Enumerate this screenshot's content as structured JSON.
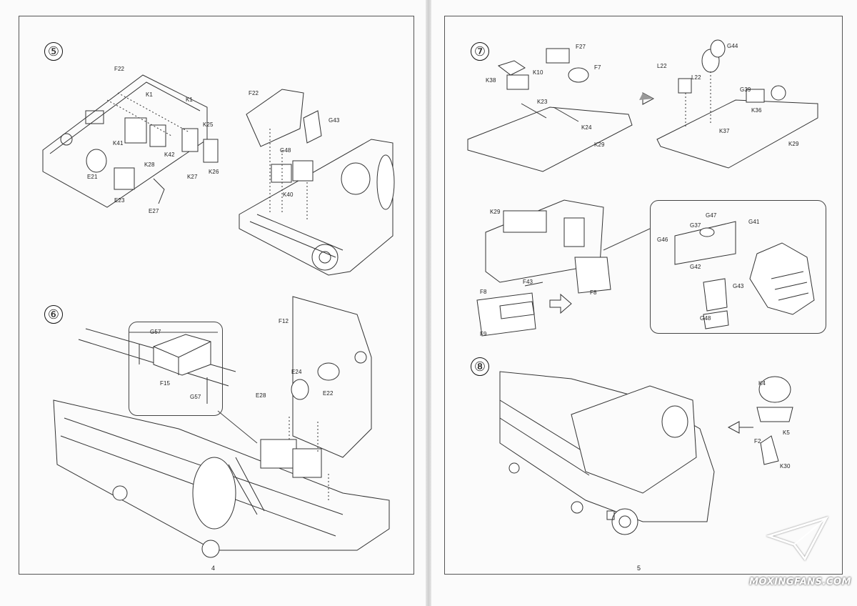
{
  "pages": {
    "left": {
      "number": "4",
      "steps": {
        "s5": {
          "num": "⑤",
          "labels": {
            "F22a": "F22",
            "K1a": "K1",
            "K1b": "K1",
            "K25": "K25",
            "K41": "K41",
            "K42": "K42",
            "K28": "K28",
            "K27": "K27",
            "K26": "K26",
            "E21": "E21",
            "E23": "E23",
            "E27": "E27",
            "F22b": "F22",
            "G43a": "G43",
            "G48a": "G48",
            "K40": "K40"
          }
        },
        "s6": {
          "num": "⑥",
          "labels": {
            "F12": "F12",
            "G57a": "G57",
            "F15": "F15",
            "G57b": "G57",
            "E24": "E24",
            "E28": "E28",
            "E22": "E22"
          }
        }
      }
    },
    "right": {
      "number": "5",
      "steps": {
        "s7": {
          "num": "⑦",
          "labels": {
            "F27": "F27",
            "F7": "F7",
            "K38": "K38",
            "K10": "K10",
            "K23": "K23",
            "K24": "K24",
            "K29a": "K29",
            "G44": "G44",
            "L22a": "L22",
            "L22b": "L22",
            "G39": "G39",
            "K36": "K36",
            "K37": "K37",
            "K29b": "K29",
            "K29c": "K29",
            "G47": "G47",
            "G37": "G37",
            "G41": "G41",
            "G46": "G46",
            "G42": "G42",
            "G43b": "G43",
            "G48b": "G48",
            "F43": "F43",
            "F8a": "F8",
            "F8b": "F8",
            "F9": "F9"
          }
        },
        "s8": {
          "num": "⑧",
          "labels": {
            "K4": "K4",
            "K5": "K5",
            "F2": "F2",
            "K30": "K30"
          }
        }
      }
    }
  },
  "watermark": {
    "text": "MOXINGFANS.COM"
  },
  "colors": {
    "line": "#333333",
    "paper": "#fbfbfb",
    "frame": "#555555"
  }
}
